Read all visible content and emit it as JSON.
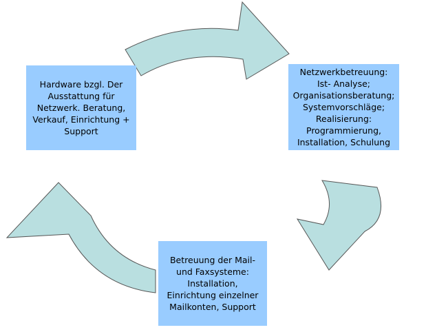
{
  "colors": {
    "box": "#99ccff",
    "arrow_fill": "#b9dfe0",
    "arrow_stroke": "#555555"
  },
  "boxes": {
    "hardware": [
      "Hardware bzgl. Der",
      "Ausstattung für",
      "Netzwerk. Beratung,",
      "Verkauf, Einrichtung +",
      "Support"
    ],
    "netzwerk": [
      "Netzwerkbetreuung:",
      "Ist- Analyse;",
      "Organisationsberatung;",
      "Systemvorschläge;",
      "Realisierung:",
      "Programmierung,",
      "Installation, Schulung"
    ],
    "mail": [
      "Betreuung der Mail-",
      "und Faxsysteme:",
      "Installation,",
      "Einrichtung einzelner",
      "Mailkonten, Support"
    ]
  }
}
